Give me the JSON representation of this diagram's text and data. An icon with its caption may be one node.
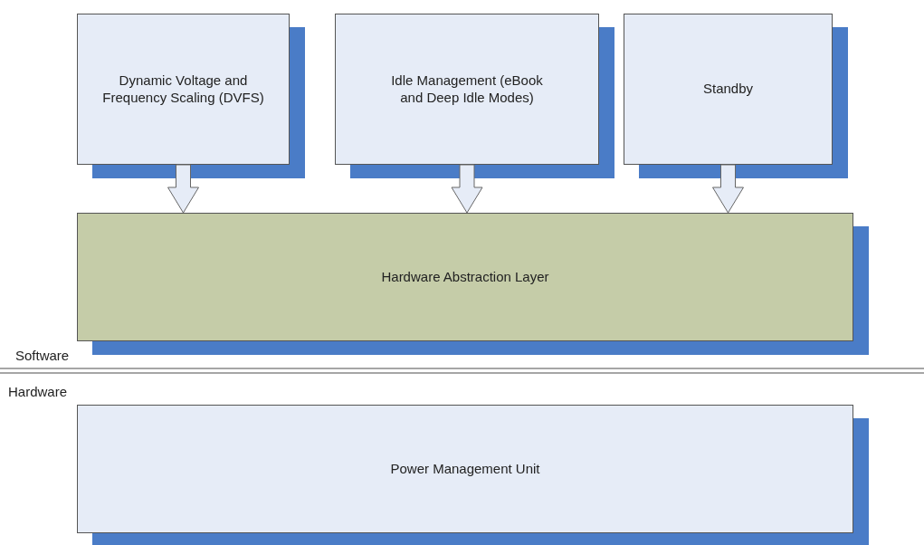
{
  "diagram": {
    "nodes": [
      {
        "text": [
          "Dynamic Voltage and Frequency Scaling (DVFS)"
        ]
      },
      {
        "text": [
          "Idle Management (eBook and Deep Idle Modes)"
        ]
      },
      {
        "text": [
          "Standby"
        ]
      },
      {
        "text": [
          "Hardware Abstraction Layer"
        ]
      },
      {
        "text": [
          "Power Management Unit"
        ]
      }
    ],
    "edges": [
      {
        "from": 0,
        "to": 3,
        "arrow": "to"
      },
      {
        "from": 1,
        "to": 3,
        "arrow": "to"
      },
      {
        "from": 2,
        "to": 3,
        "arrow": "to"
      }
    ],
    "labels": [
      "Software",
      "Hardware"
    ]
  }
}
